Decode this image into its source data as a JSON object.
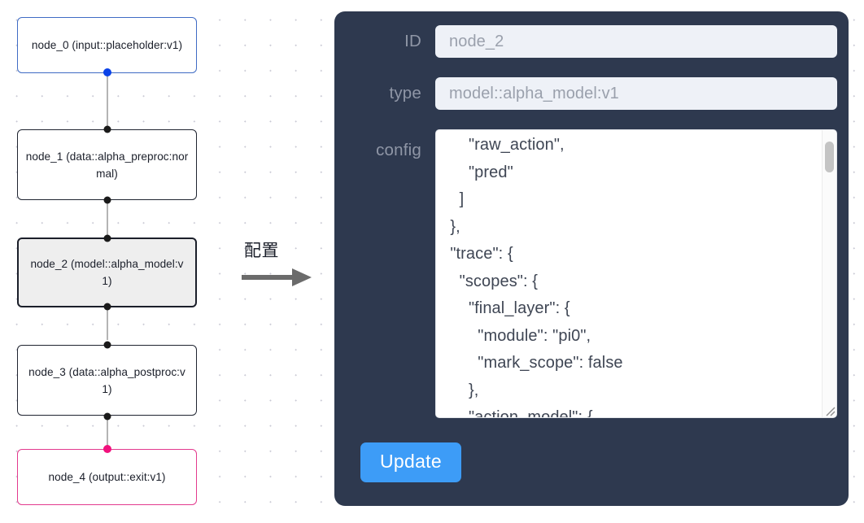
{
  "canvas": {
    "name": "node-graph-canvas",
    "nodes": [
      {
        "id": "node_0",
        "label": "node_0\n(input::placeholder:v1)",
        "kind": "input",
        "selected": false
      },
      {
        "id": "node_1",
        "label": "node_1\n(data::alpha_preproc:normal)",
        "kind": "default",
        "selected": false
      },
      {
        "id": "node_2",
        "label": "node_2\n(model::alpha_model:v1)",
        "kind": "default",
        "selected": true
      },
      {
        "id": "node_3",
        "label": "node_3\n(data::alpha_postproc:v1)",
        "kind": "default",
        "selected": false
      },
      {
        "id": "node_4",
        "label": "node_4\n(output::exit:v1)",
        "kind": "output",
        "selected": false
      }
    ]
  },
  "annotation": {
    "label": "配置",
    "icon": "right-arrow-icon"
  },
  "panel": {
    "title": "node-config-panel",
    "fields": {
      "id": {
        "label": "ID",
        "value": "node_2"
      },
      "type": {
        "label": "type",
        "value": "model::alpha_model:v1"
      },
      "config": {
        "label": "config",
        "value": "      \"raw_action\",\n      \"pred\"\n    ]\n  },\n  \"trace\": {\n    \"scopes\": {\n      \"final_layer\": {\n        \"module\": \"pi0\",\n        \"mark_scope\": false\n      },\n      \"action_model\": {"
      }
    },
    "update_button": {
      "label": "Update"
    }
  },
  "colors": {
    "panel_bg": "#2e394f",
    "input_bg": "#eef1f7",
    "accent_button": "#3d9cf7",
    "input_node_border": "#3f6bc4",
    "output_node_border": "#e33a8e",
    "handle_blue": "#0a42e8",
    "handle_pink": "#f1117d"
  }
}
